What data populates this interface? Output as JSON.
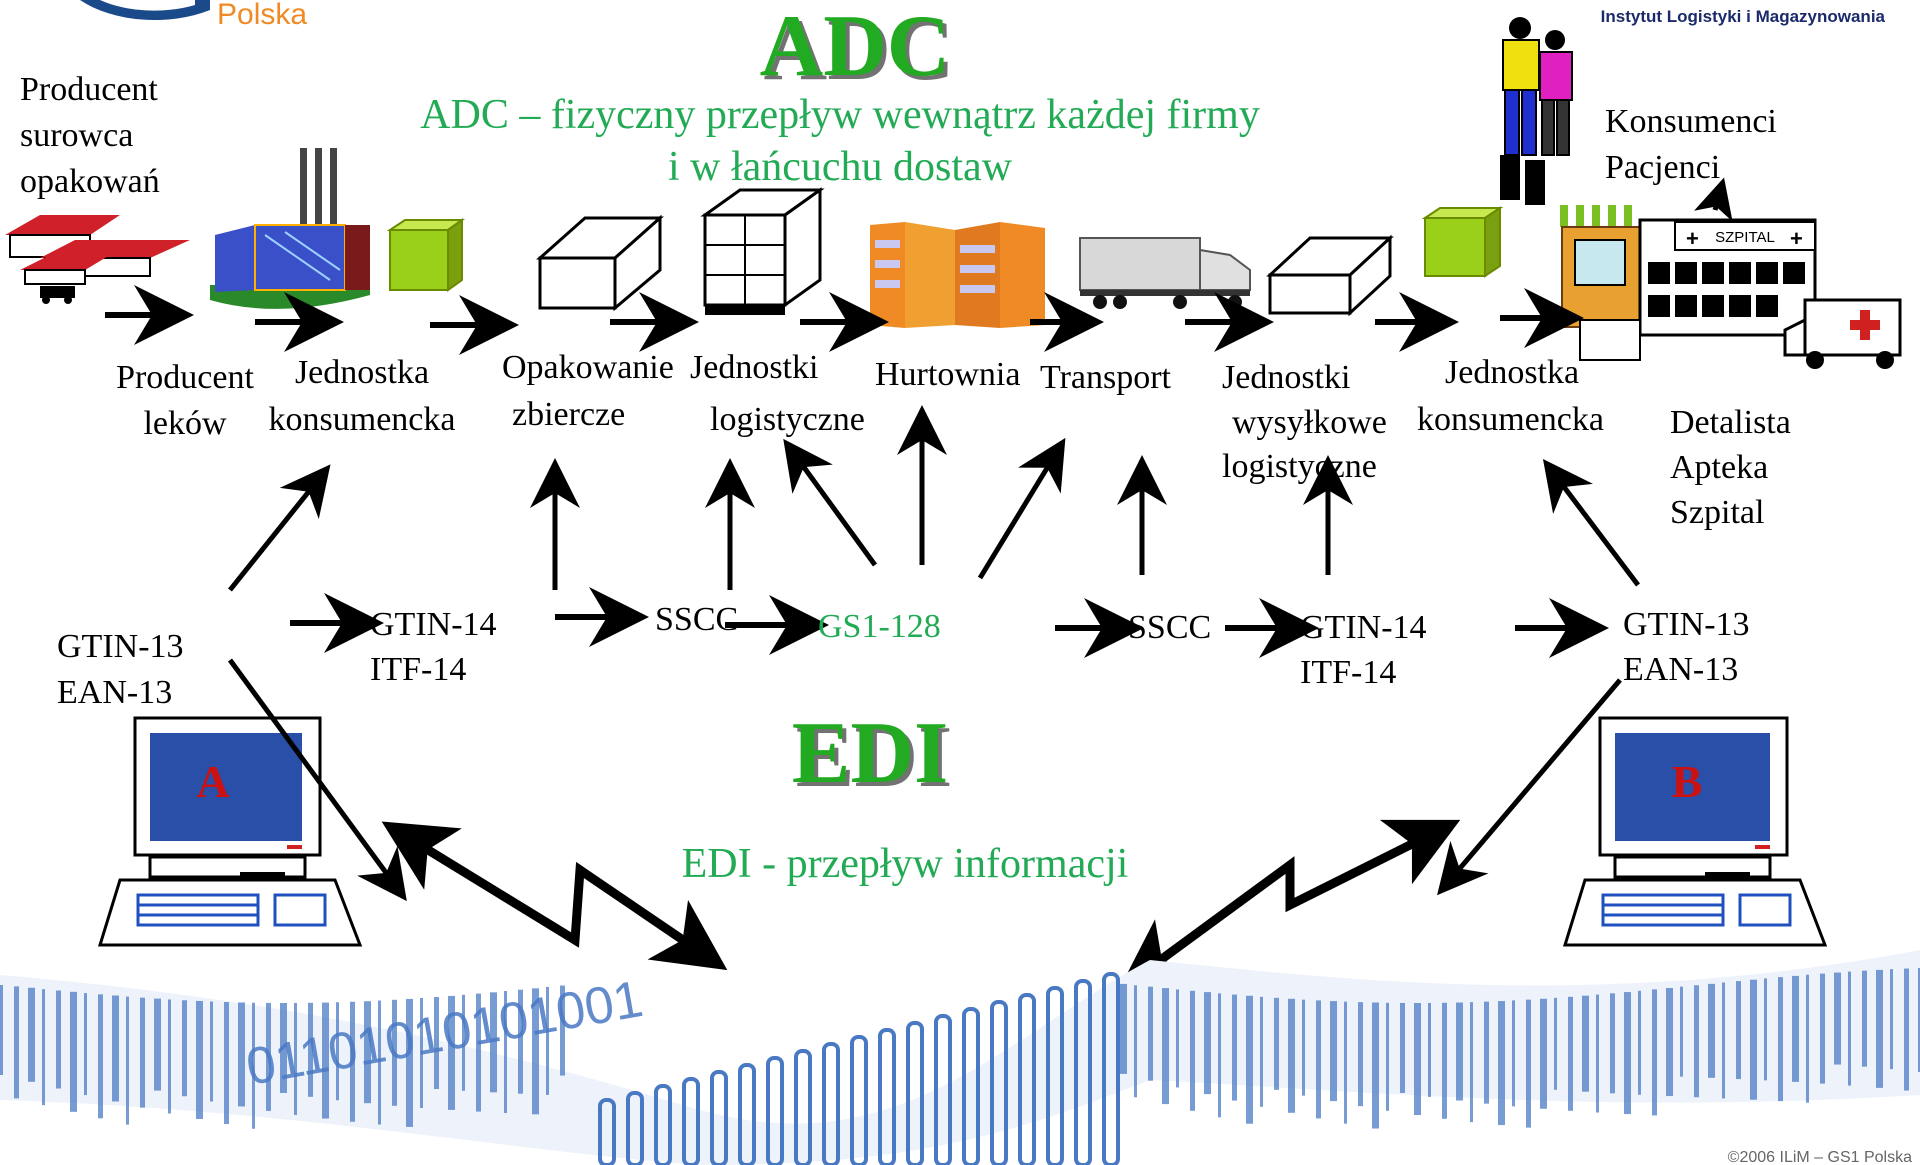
{
  "header": {
    "logo_word": "Polska",
    "institute": "Instytut Logistyki i Magazynowania",
    "adc_title": "ADC",
    "adc_subtitle_line1": "ADC – fizyczny przepływ wewnątrz każdej firmy",
    "adc_subtitle_line2": "i w łańcuchu dostaw"
  },
  "top_labels": {
    "producent_surowca": [
      "Producent",
      "surowca",
      "opakowań"
    ],
    "konsumenci": [
      "Konsumenci",
      "Pacjenci"
    ],
    "szpital_sign": "SZPITAL"
  },
  "chain": [
    {
      "id": "producent-lekow",
      "lines": [
        "Producent",
        "leków"
      ]
    },
    {
      "id": "jednostka-konsumencka-1",
      "lines": [
        "Jednostka",
        "konsumencka"
      ]
    },
    {
      "id": "opakowanie-zbiercze",
      "lines": [
        "Opakowanie",
        "zbiercze"
      ]
    },
    {
      "id": "jednostki-logistyczne",
      "lines": [
        "Jednostki",
        "logistyczne"
      ]
    },
    {
      "id": "hurtownia",
      "lines": [
        "Hurtownia"
      ]
    },
    {
      "id": "transport",
      "lines": [
        "Transport"
      ]
    },
    {
      "id": "jednostki-wysylkowe",
      "lines": [
        "Jednostki",
        "wysyłkowe",
        "logistyczne"
      ]
    },
    {
      "id": "jednostka-konsumencka-2",
      "lines": [
        "Jednostka",
        "konsumencka"
      ]
    },
    {
      "id": "detalista",
      "lines": [
        "Detalista",
        "Apteka",
        "Szpital"
      ]
    }
  ],
  "codes": {
    "gtin13_left": [
      "GTIN-13",
      "EAN-13"
    ],
    "gtin14_left": [
      "GTIN-14",
      "ITF-14"
    ],
    "sscc_left": "SSCC",
    "gs1_128": "GS1-128",
    "sscc_right": "SSCC",
    "gtin14_right": [
      "GTIN-14",
      "ITF-14"
    ],
    "gtin13_right": [
      "GTIN-13",
      "EAN-13"
    ]
  },
  "edi": {
    "title": "EDI",
    "subtitle": "EDI - przepływ informacji",
    "computer_a": "A",
    "computer_b": "B"
  },
  "footer": {
    "copyright": "©2006 ILiM – GS1 Polska"
  },
  "colors": {
    "title_green": "#22aa22",
    "subtitle_green": "#22aa55",
    "computer_label_red": "#cc1111",
    "screen_blue": "#2a4fa8",
    "barcode_blue": "#4a79c4"
  }
}
